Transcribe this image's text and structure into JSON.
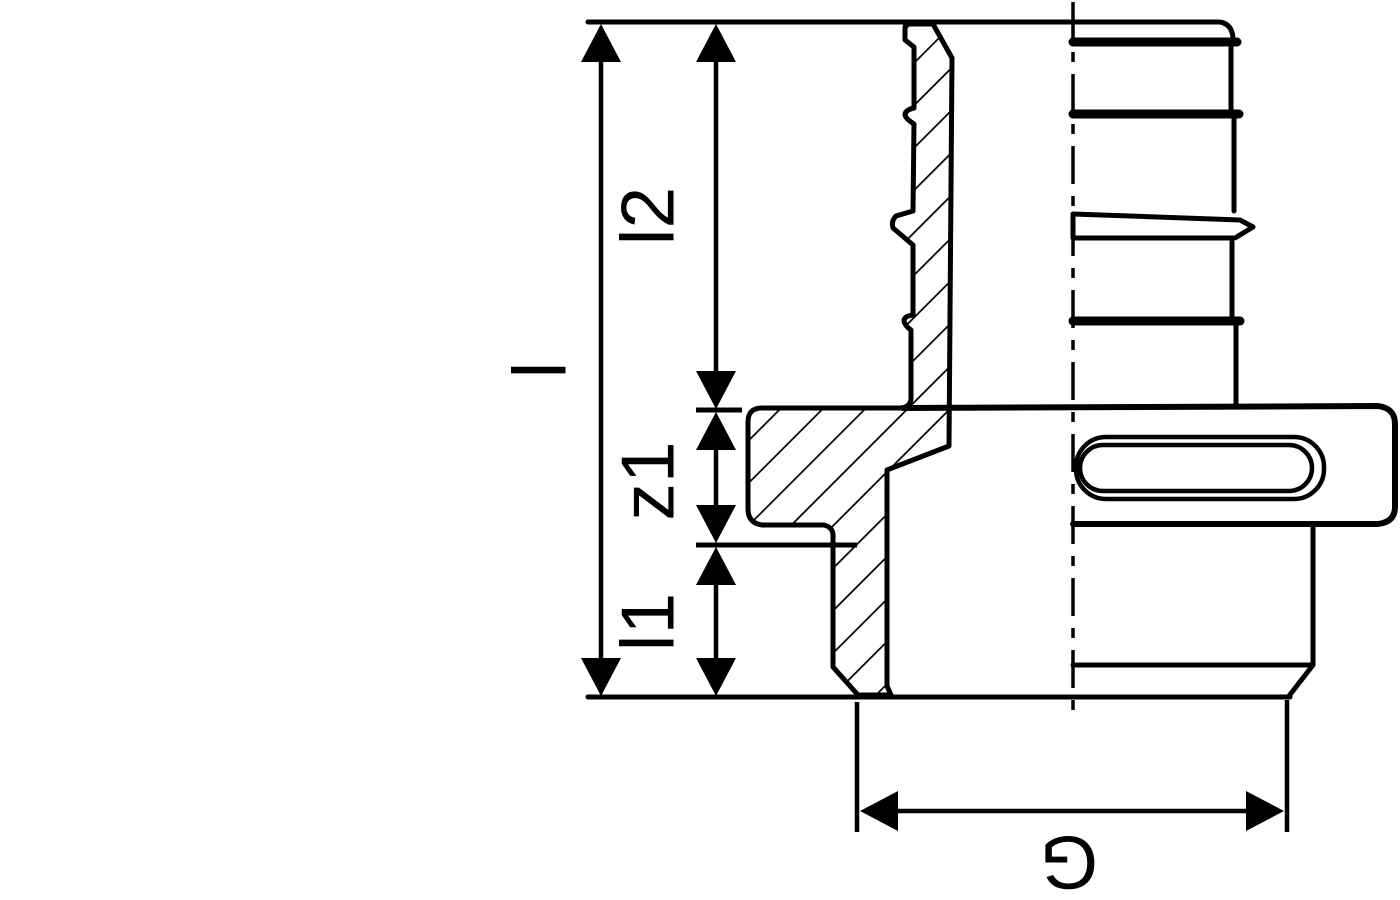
{
  "drawing": {
    "kind": "technical-drawing-pipe-fitting-half-section",
    "dimensions": {
      "l": "l",
      "l2": "l2",
      "z1": "z1",
      "l1": "l1",
      "g": "G"
    }
  }
}
